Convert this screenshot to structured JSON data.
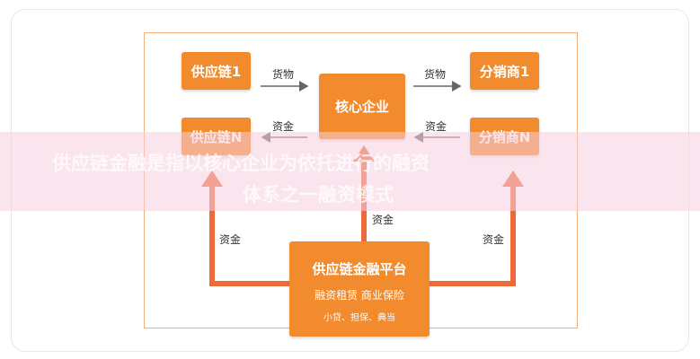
{
  "nodes": {
    "supplier_1": "供应链1",
    "supplier_n": "供应链N",
    "core": "核心企业",
    "distributor_1": "分销商1",
    "distributor_n": "分销商N"
  },
  "edge_labels": {
    "goods_left": "货物",
    "goods_right": "货物",
    "funds_left": "资金",
    "funds_right": "资金",
    "funds_center": "资金",
    "funds_bottom_left": "资金",
    "funds_bottom_right": "资金"
  },
  "platform": {
    "title": "供应链金融平台",
    "services": "融资租赁  商业保险",
    "services_2": "小贷、担保、典当"
  },
  "overlay": {
    "line1": "供应链金融是指以核心企业为依托进行的融资",
    "line2": "体系之一融资模式"
  },
  "colors": {
    "box": "#f28a2e",
    "arrow_big": "#ef6a3a",
    "arrow_small": "#666666",
    "banner": "#f6cede"
  }
}
